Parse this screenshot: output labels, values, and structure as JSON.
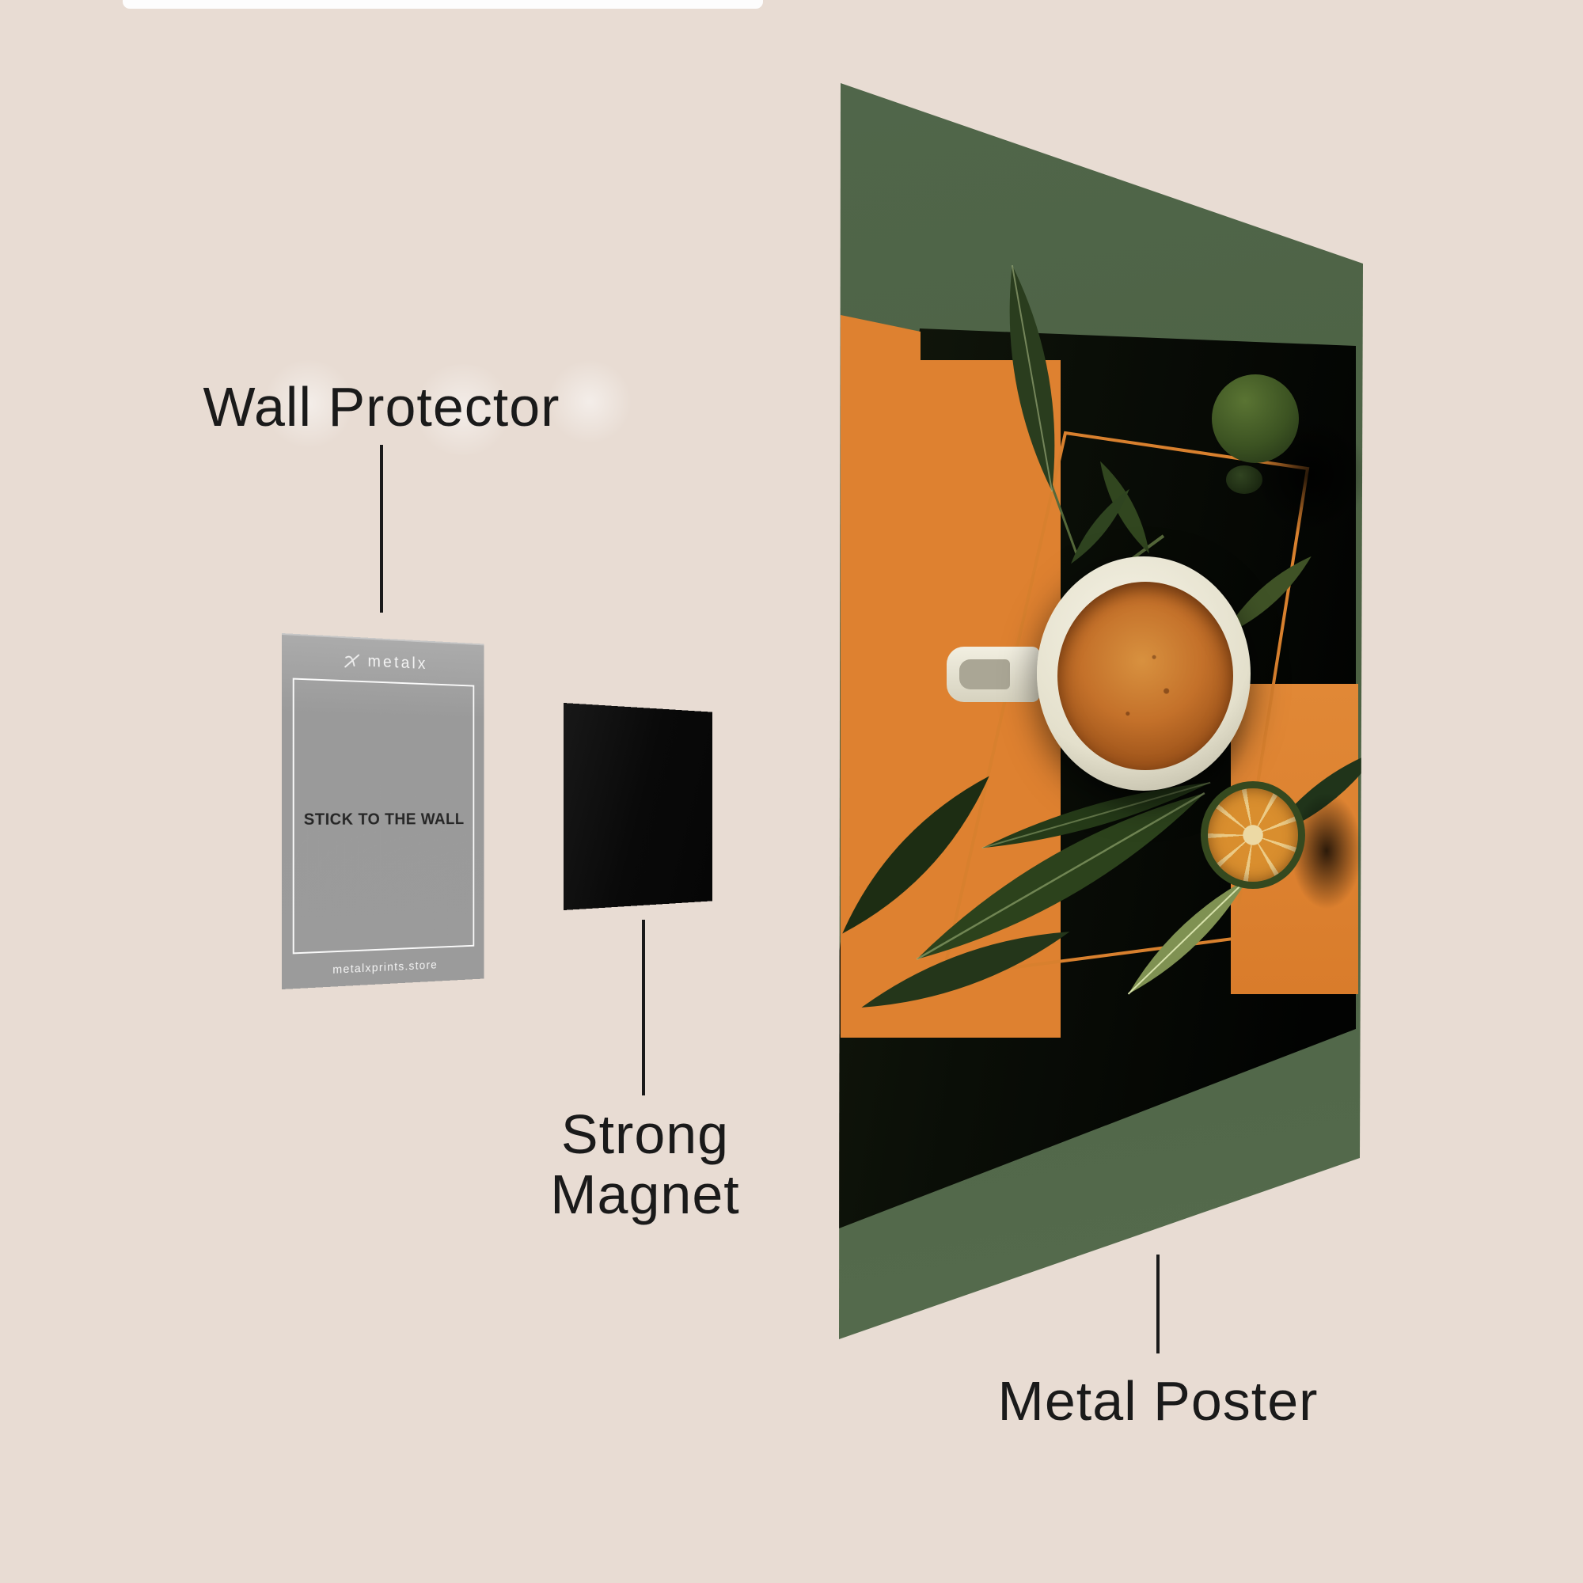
{
  "title": "Metal poster mounting infographic",
  "labels": {
    "wall_protector": "Wall Protector",
    "strong_magnet_line1": "Strong",
    "strong_magnet_line2": "Magnet",
    "metal_poster": "Metal Poster"
  },
  "card": {
    "brand": "metalx",
    "center_text": "STICK TO THE WALL",
    "footer_text": "metalxprints.store"
  },
  "icons": {
    "card_logo": "metalx-logo-icon"
  },
  "colors": {
    "bg": "#e8dcd3",
    "label": "#1a1a1a",
    "line": "#1a1a1a",
    "card_gray": "#9b9b9b",
    "card_text_dark": "#262626",
    "card_text_light": "#f4f4f4",
    "magnet": "#060606",
    "poster_green": "#4d6243",
    "poster_green_light": "#556b4d",
    "poster_black": "#0a0e07",
    "orange": "#de8130",
    "orange_outline": "#d8802e",
    "cup": "#e4e0cc",
    "tea": "#c4712a",
    "lime": "#3c5322",
    "flesh": "#d98e2e",
    "leaf_dark": "#2c421c"
  }
}
